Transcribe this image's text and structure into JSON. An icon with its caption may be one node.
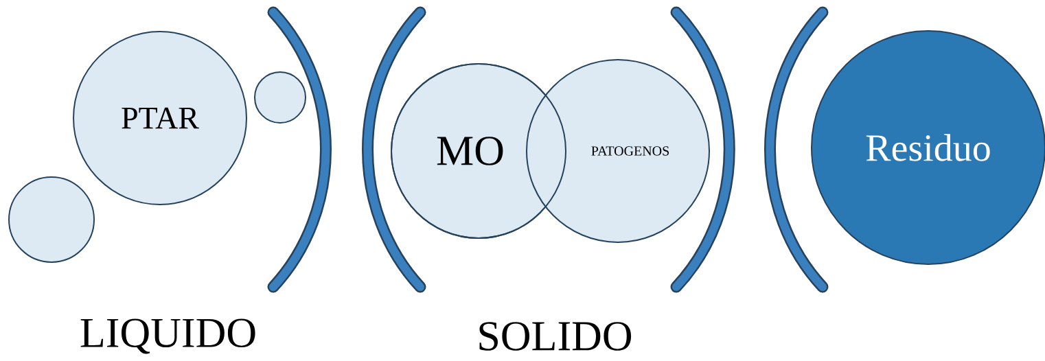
{
  "diagram": {
    "nodes": [
      {
        "text": [],
        "shape": "circle"
      },
      {
        "text": [
          "PTAR"
        ]
      },
      {
        "text": [],
        "shape": "circle"
      },
      {
        "text": [
          "MO"
        ]
      },
      {
        "text": [
          "PATOGENOS"
        ]
      },
      {
        "text": [
          "Residuo"
        ]
      }
    ],
    "labels": [
      "LIQUIDO",
      "SOLIDO"
    ]
  }
}
